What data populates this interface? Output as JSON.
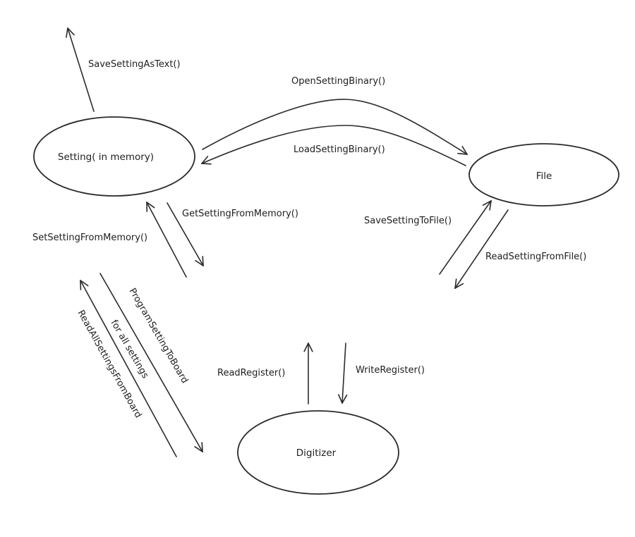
{
  "diagram": {
    "title": "",
    "nodes": [
      {
        "id": "setting",
        "label": "Setting( in memory)"
      },
      {
        "id": "file",
        "label": "File"
      },
      {
        "id": "digitizer",
        "label": "Digitizer"
      }
    ],
    "edges": [
      {
        "id": "save-as-text",
        "label": "SaveSettingAsText()",
        "from": "setting",
        "to": "(external)"
      },
      {
        "id": "open-binary",
        "label": "OpenSettingBinary()",
        "from": "setting",
        "to": "file"
      },
      {
        "id": "load-binary",
        "label": "LoadSettingBinary()",
        "from": "file",
        "to": "setting"
      },
      {
        "id": "get-from-memory",
        "label": "GetSettingFromMemory()",
        "from": "setting",
        "to": "(below)"
      },
      {
        "id": "set-from-memory",
        "label": "SetSettingFromMemory()",
        "from": "(below)",
        "to": "setting"
      },
      {
        "id": "save-to-file",
        "label": "SaveSettingToFile()",
        "from": "(below)",
        "to": "file"
      },
      {
        "id": "read-from-file",
        "label": "ReadSettingFromFile()",
        "from": "file",
        "to": "(below)"
      },
      {
        "id": "program-to-board",
        "label": "ProgramSettingToBoard",
        "from": "(setting side)",
        "to": "digitizer"
      },
      {
        "id": "read-all-from-board",
        "label": "ReadAllSettingsFromBoard",
        "from": "(digitizer side)",
        "to": "(setting side)"
      },
      {
        "id": "read-register",
        "label": "ReadRegister()",
        "from": "digitizer",
        "to": "(above)"
      },
      {
        "id": "write-register",
        "label": "WriteRegister()",
        "from": "(above)",
        "to": "digitizer"
      }
    ],
    "annotations": [
      {
        "id": "for-all-settings",
        "text": "for all settings"
      }
    ]
  }
}
